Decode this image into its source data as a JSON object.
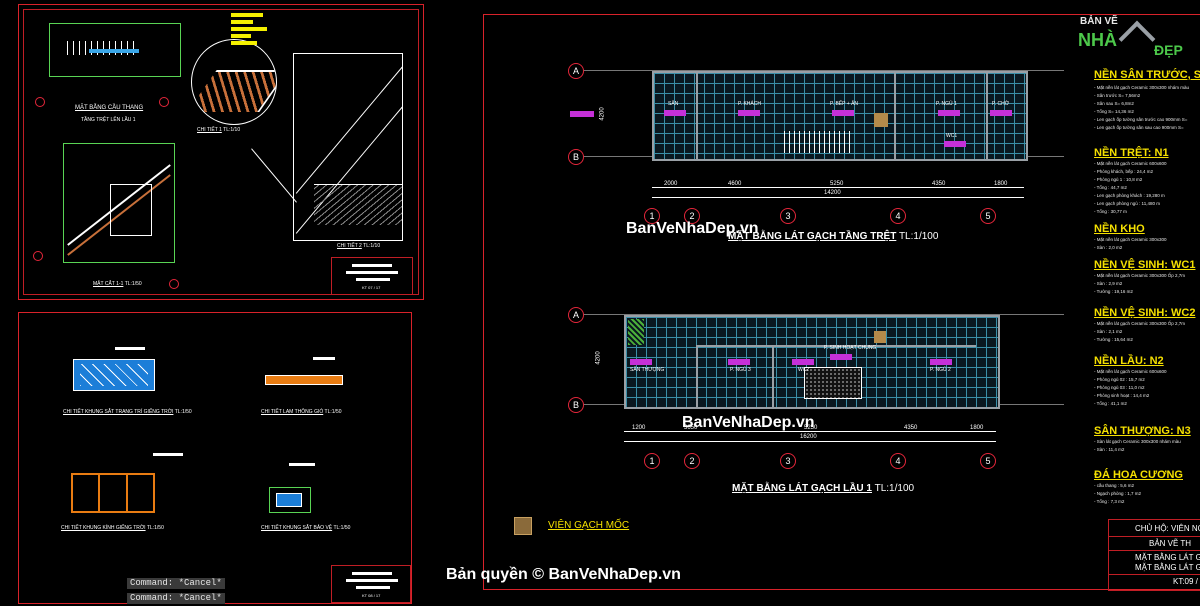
{
  "logo": {
    "line1": "BẢN VẼ",
    "line2a": "NHÀ",
    "line2b": "ĐẸP"
  },
  "watermarks": {
    "top": "BanVeNhaDep.vn",
    "mid": "BanVeNhaDep.vn",
    "copyright": "Bản quyền © BanVeNhaDep.vn"
  },
  "command_line": [
    "Command: *Cancel*",
    "Command: *Cancel*"
  ],
  "left_top": {
    "stair_plan_title": "MẶT BẰNG CẦU THANG",
    "stair_plan_sub": "TẦNG TRỆT LÊN LẦU 1",
    "detail1": "CHI TIẾT 1",
    "detail1_scale": "TL:1/10",
    "section": "MẶT CẮT 1-1",
    "section_scale": "TL:1/50",
    "detail2": "CHI TIẾT 2",
    "detail2_scale": "TL:1/10",
    "sheet_no": "KT 07 / 17"
  },
  "left_bottom": {
    "c1": "CHI TIẾT KHUNG SẮT TRANG TRÍ GIẾNG TRỜI",
    "c1_scale": "TL:1/50",
    "c2": "CHI TIẾT LAM THÔNG GIÓ",
    "c2_scale": "TL:1/50",
    "c3": "CHI TIẾT KHUNG KÍNH GIẾNG TRỜI",
    "c3_scale": "TL:1/50",
    "c4": "CHI TIẾT KHUNG SẮT BẢO VỆ",
    "c4_scale": "TL:1/50",
    "sheet_no": "KT 08 / 17"
  },
  "right": {
    "ground_title": "MẶT BẰNG LÁT GẠCH TẦNG TRỆT",
    "ground_scale": "TL:1/100",
    "floor1_title": "MẶT BẰNG LÁT GẠCH LẦU 1",
    "floor1_scale": "TL:1/100",
    "legend": "VIÊN GẠCH MỐC",
    "axes_letters": [
      "A",
      "B"
    ],
    "axes_numbers": [
      "1",
      "2",
      "3",
      "4",
      "5"
    ],
    "ground_dims": [
      "2000",
      "4600",
      "5250",
      "4350",
      "1800"
    ],
    "ground_total": "14200",
    "floor1_dims": [
      "1200",
      "3650",
      "5250",
      "4350",
      "1800"
    ],
    "floor1_total": "16200",
    "ground_height": "4200",
    "floor1_height": "4200",
    "ground_rooms": [
      "SÂN",
      "P. KHÁCH",
      "P. BẾP + ĂN",
      "P. NGỦ 1",
      "P. CHỜ",
      "WC1"
    ],
    "floor1_rooms": [
      "SÂN THƯỢNG",
      "P. NGỦ 3",
      "WC2",
      "P. SINH HOẠT CHUNG",
      "P. NGỦ 2"
    ]
  },
  "notes": {
    "h1": "NỀN SÂN TRƯỚC, SAU",
    "h1_lines": [
      "- Mặt nền lát gạch Ceramic 300x300 nhám màu",
      "- Sân trước   S= 7,56m2",
      "- Sân sau     S= 6,8m2",
      "- Tổng        S= 14,36 m2",
      "- Len gạch ốp tường sân trước cao 900mm S=",
      "- Len gạch ốp tường sân sau cao 900mm S="
    ],
    "h2": "NỀN TRỆT: N1",
    "h2_lines": [
      "- Mặt nền lát gạch Ceramic 600x600",
      "- Phòng khách, bếp     : 24,4 m2",
      "- Phòng ngủ 1          : 10,8 m2",
      "- Tổng                 : 44,7 m2",
      "- Len gạch phòng khách : 19,280 m",
      "- Len gạch phòng ngủ   : 11,480 m",
      "- Tổng                 : 30,77 m"
    ],
    "h3": "NỀN KHO",
    "h3_lines": [
      "- Mặt nền lát gạch Ceramic 300x300",
      "- Sàn                  : 2,0 m2"
    ],
    "h4": "NỀN VỆ SINH: WC1",
    "h4_lines": [
      "- Mặt nền lát gạch Ceramic 300x300 Ốp 2,7m",
      "- Sàn                  : 2,9 m2",
      "- Tường                : 19,16 m2"
    ],
    "h5": "NỀN VỆ SINH: WC2",
    "h5_lines": [
      "- Mặt nền lát gạch Ceramic 300x300 Ốp 2,7m",
      "- Sàn                  : 2,1 m2",
      "- Tường                : 15,64 m2"
    ],
    "h6": "NỀN LẦU: N2",
    "h6_lines": [
      "- Mặt nền lát gạch Ceramic 600x600",
      "- Phòng ngủ 02         : 15,7 m2",
      "- Phòng ngủ 03         : 11,0 m2",
      "- Phòng sinh hoạt      : 14,4 m2",
      "- Tổng                 : 41,1 m2"
    ],
    "h7": "SÂN THƯỢNG: N3",
    "h7_lines": [
      "- Sàn lát gạch Ceramic 300x300 nhám màu",
      "- Sàn                  : 11,4 m2"
    ],
    "h8": "ĐÁ HOA CƯƠNG",
    "h8_lines": [
      "- cầu thang            : 5,6 m2",
      "- Ngạch phòng          : 1,7 m2",
      "- Tổng                 : 7,3 m2"
    ]
  },
  "title_block": {
    "owner": "CHỦ HỘ: VIÊN NG",
    "drawing": "BẢN VẼ TH",
    "name1": "MẶT BẰNG LÁT GẠ",
    "name2": "MẶT BẰNG LÁT GẠ",
    "sheet": "KT:09 /"
  },
  "colors": {
    "frame": "#d8222a",
    "accent_yellow": "#f5e000",
    "tile": "#3b8fa8",
    "tag": "#c530d8"
  }
}
